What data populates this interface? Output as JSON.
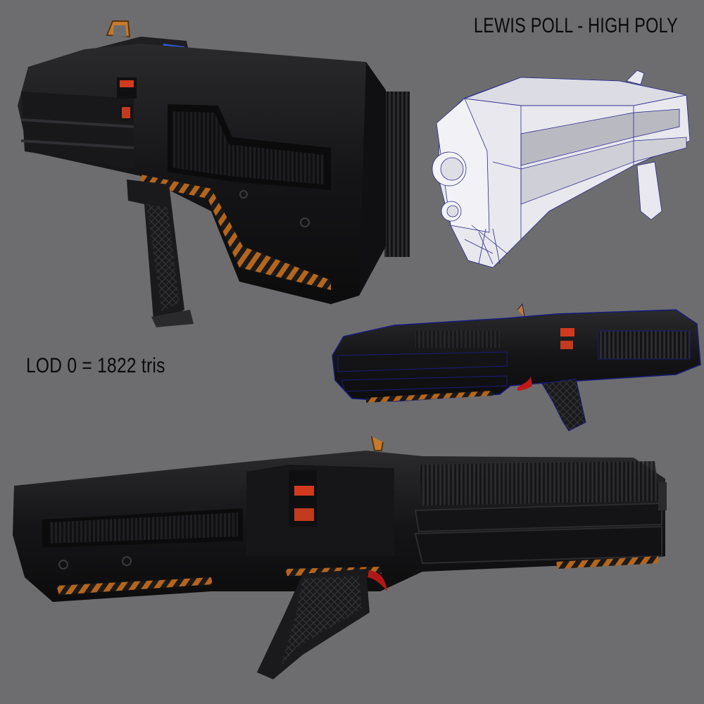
{
  "header": {
    "title": "LEWIS POLL - HIGH POLY"
  },
  "stats": {
    "lod_label": "LOD 0 = 1822 tris"
  },
  "colors": {
    "background": "#6d6d6f",
    "gun_body": "#1c1c1e",
    "hazard_stripe": "#b5651d",
    "wireframe_fill": "#e8e8ee",
    "wireframe_edge": "#2a2a8a",
    "display_red": "#d23a1f",
    "scope_blue": "#2d5cd6"
  },
  "views": [
    {
      "name": "textured-angled-view"
    },
    {
      "name": "wireframe-view"
    },
    {
      "name": "textured-wireframe-overlay-view"
    },
    {
      "name": "textured-side-view"
    }
  ]
}
